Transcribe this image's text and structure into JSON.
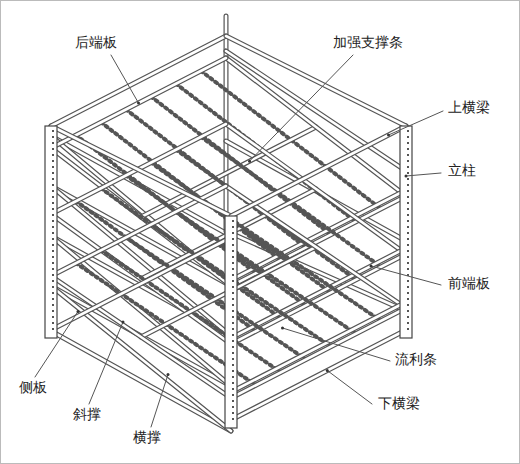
{
  "diagram": {
    "labels": [
      "后端板",
      "加强支撑条",
      "上横梁",
      "立柱",
      "前端板",
      "流利条",
      "下横梁",
      "侧板",
      "斜撑",
      "横撑"
    ]
  }
}
